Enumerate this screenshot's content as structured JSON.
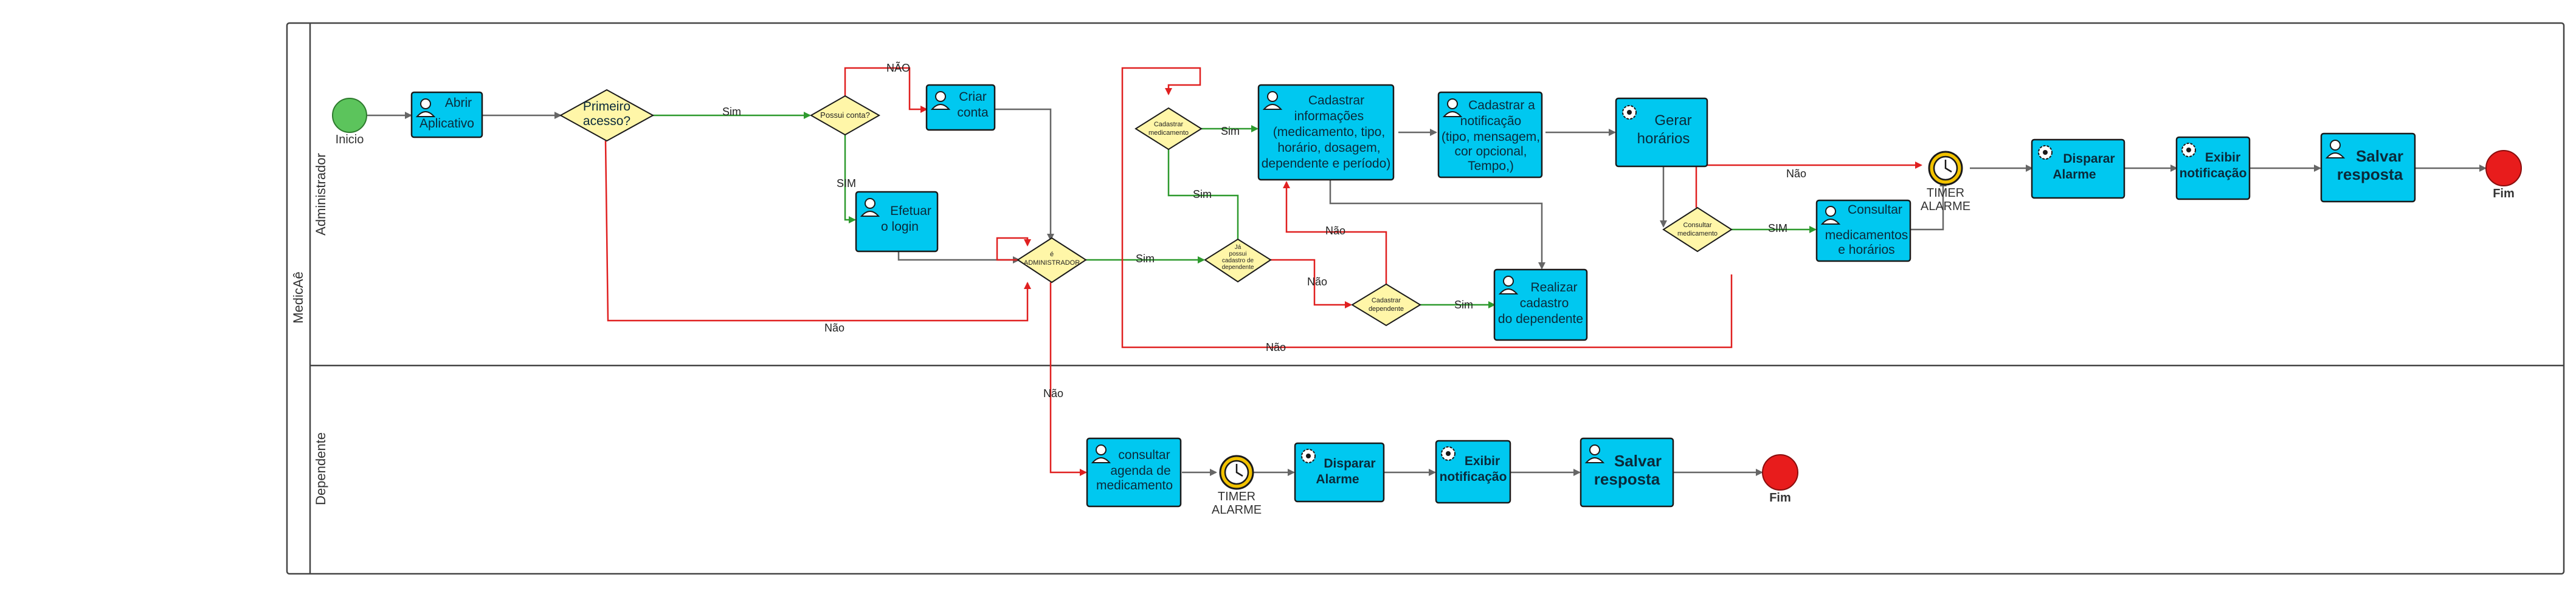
{
  "pool": {
    "label": "MedicAê"
  },
  "lanes": {
    "admin": "Administrador",
    "dep": "Dependente"
  },
  "events": {
    "start": "Inicio",
    "end_admin": "Fim",
    "end_dep": "Fim",
    "timer_admin": [
      "TIMER",
      "ALARME"
    ],
    "timer_dep": [
      "TIMER",
      "ALARME"
    ]
  },
  "tasks": {
    "abrir": [
      "Abrir",
      "Aplicativo"
    ],
    "criar": [
      "Criar",
      "conta"
    ],
    "login": [
      "Efetuar",
      "o login"
    ],
    "cad_info": [
      "Cadastrar",
      "informações",
      "(medicamento, tipo,",
      "horário, dosagem,",
      "dependente e período)"
    ],
    "cad_notif": [
      "Cadastrar a",
      "notificação",
      "(tipo, mensagem,",
      "cor opcional,",
      "Tempo,)"
    ],
    "gerar": [
      "Gerar",
      "horários"
    ],
    "disparar_a": [
      "Disparar",
      "Alarme"
    ],
    "exibir_a": [
      "Exibir",
      "notificação"
    ],
    "salvar_a": [
      "Salvar",
      "resposta"
    ],
    "consultar_a": [
      "Consultar",
      "medicamentos",
      "e horários"
    ],
    "realizar": [
      "Realizar",
      "cadastro",
      "do dependente"
    ],
    "consultar_d": [
      "consultar",
      "agenda de",
      "medicamento"
    ],
    "disparar_d": [
      "Disparar",
      "Alarme"
    ],
    "exibir_d": [
      "Exibir",
      "notificação"
    ],
    "salvar_d": [
      "Salvar",
      "resposta"
    ]
  },
  "gateways": {
    "primeiro": [
      "Primeiro",
      "acesso?"
    ],
    "possui": [
      "Possui conta?"
    ],
    "admin": [
      "é",
      "ADMINISTRADOR"
    ],
    "cad_med": [
      "Cadastrar",
      "medicamento"
    ],
    "possui_dep": [
      "Já",
      "possui",
      "cadastro de",
      "dependente"
    ],
    "cad_dep": [
      "Cadastrar",
      "dependente"
    ],
    "consultar": [
      "Consultar",
      "medicamento"
    ]
  },
  "flows": {
    "sim_primeiro": "Sim",
    "nao_possui": "NÃO",
    "sim_possui": "SIM",
    "nao_primeiro": "Não",
    "sim_admin": "Sim",
    "nao_admin": "Não",
    "sim_cadmed": "Sim",
    "sim_possuidep": "Sim",
    "nao_possuidep": "Não",
    "sim_caddep": "Sim",
    "nao_caddep": "Não",
    "nao_loop": "Não",
    "nao_consultar": "Não",
    "sim_consultar": "SIM"
  },
  "colors": {
    "task_fill": "#00c8f0",
    "task_stroke": "#1a1a1a",
    "gateway_fill": "#fff6a8",
    "start_fill": "#5cc45c",
    "end_fill": "#e81c1c",
    "timer_fill": "#f2c200",
    "flow_gray": "#666666",
    "flow_green": "#2e9a2e",
    "flow_red": "#e02020"
  }
}
